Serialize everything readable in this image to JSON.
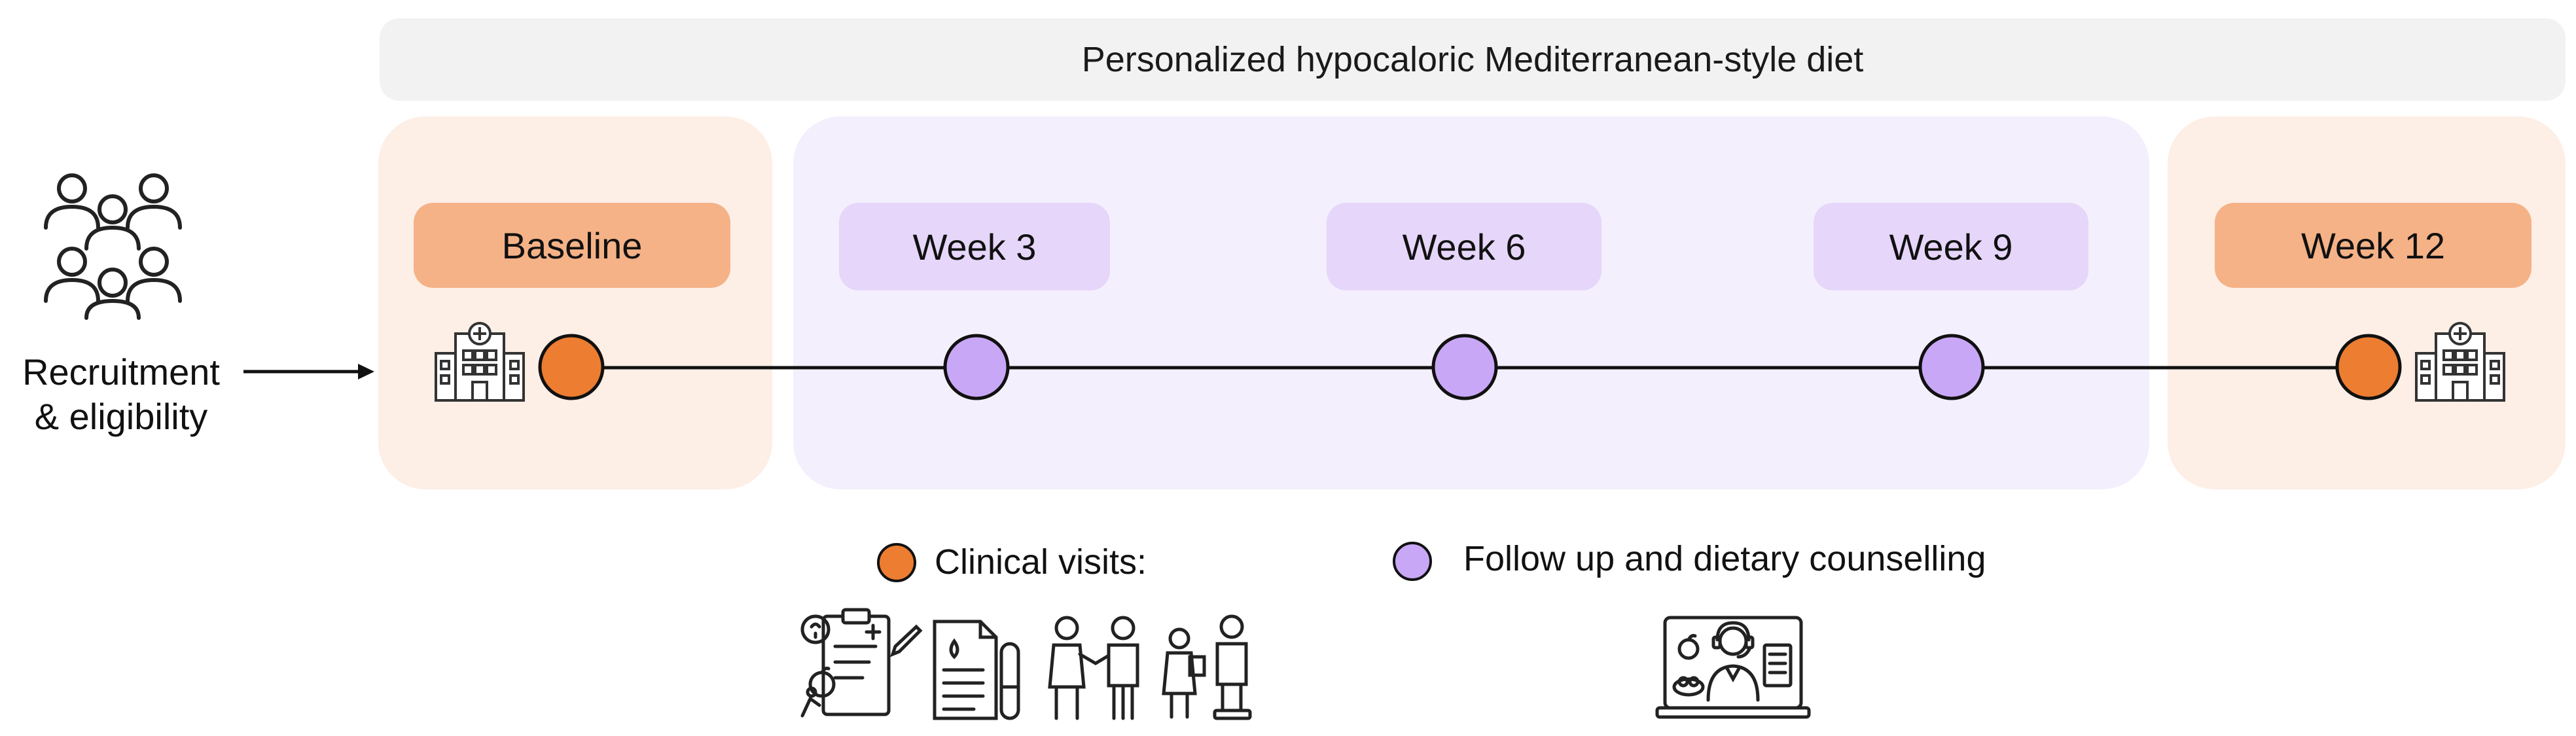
{
  "header": {
    "banner_text": "Personalized hypocaloric Mediterranean-style diet"
  },
  "recruitment": {
    "label_line1": "Recruitment",
    "label_line2": "& eligibility",
    "icon": "group-people-icon"
  },
  "timeline": {
    "stages": [
      {
        "label": "Baseline",
        "type": "clinical"
      },
      {
        "label": "Week 3",
        "type": "followup"
      },
      {
        "label": "Week 6",
        "type": "followup"
      },
      {
        "label": "Week 9",
        "type": "followup"
      },
      {
        "label": "Week 12",
        "type": "clinical"
      }
    ],
    "hospital_icon": "hospital-icon"
  },
  "legend": {
    "clinical_label": "Clinical visits:",
    "followup_label": "Follow up and dietary counselling",
    "clinical_icons": [
      "clipboard-nutrition-icon",
      "lab-report-test-tube-icon",
      "handshake-people-icon",
      "weighing-person-icon"
    ],
    "followup_icon": "online-dietitian-icon"
  },
  "colors": {
    "clinical_marker": "#ed7d31",
    "followup_marker": "#c9a7f7",
    "clinical_panel": "#fdeee6",
    "followup_panel": "#f4effc",
    "clinical_pill": "#f5b287",
    "followup_pill": "#e6d6fa"
  }
}
